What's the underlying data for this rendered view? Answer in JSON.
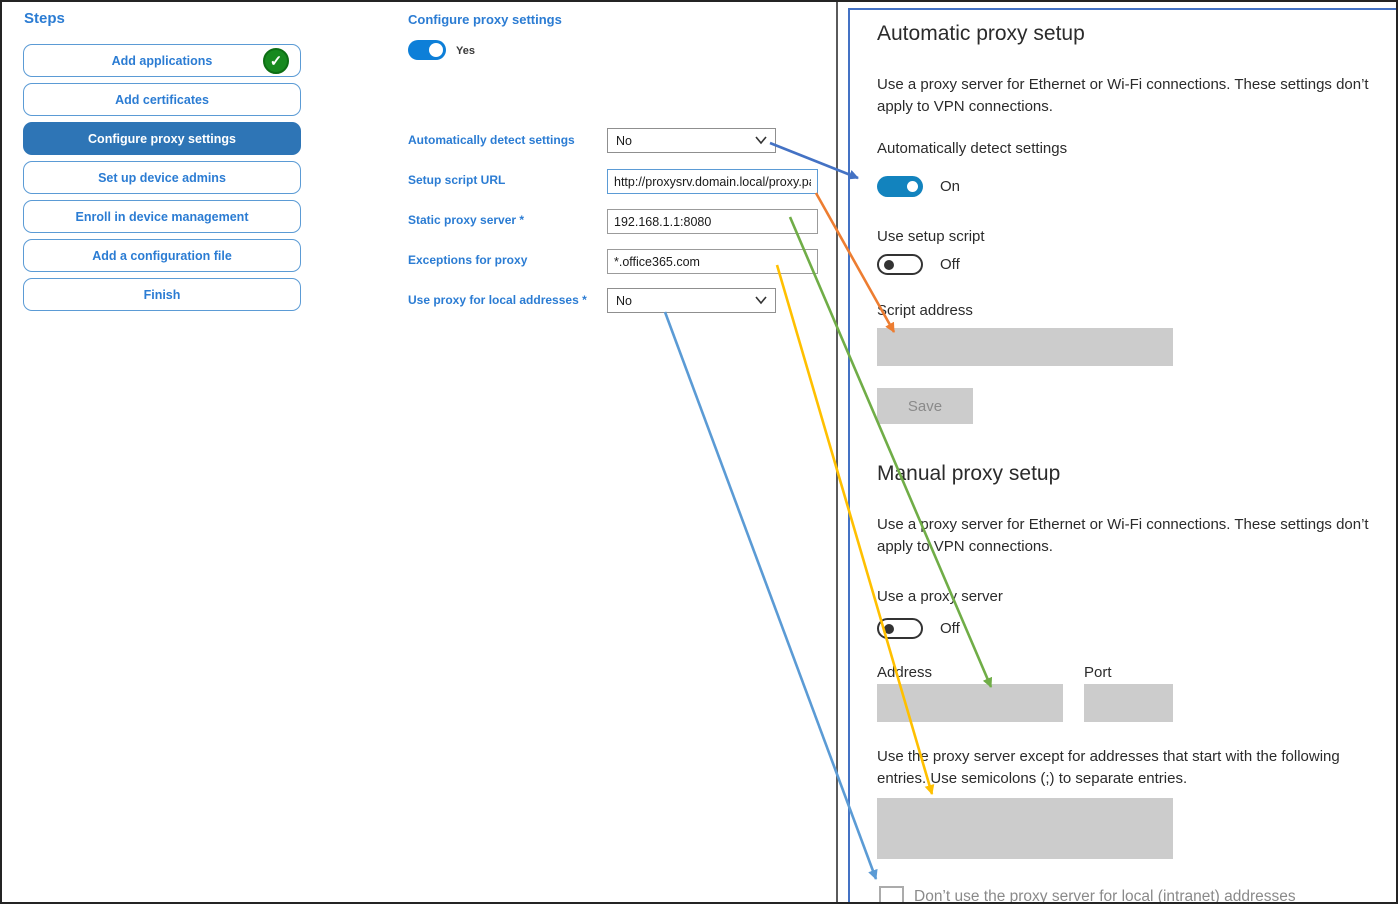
{
  "steps_panel": {
    "title": "Steps",
    "items": [
      {
        "label": "Add applications",
        "state": "completed"
      },
      {
        "label": "Add certificates",
        "state": "normal"
      },
      {
        "label": "Configure proxy settings",
        "state": "active"
      },
      {
        "label": "Set up device admins",
        "state": "normal"
      },
      {
        "label": "Enroll in device management",
        "state": "normal"
      },
      {
        "label": "Add a configuration file",
        "state": "normal"
      },
      {
        "label": "Finish",
        "state": "normal"
      }
    ]
  },
  "form": {
    "title": "Configure proxy settings",
    "enable_toggle": {
      "label": "Yes",
      "state": "on"
    },
    "fields": [
      {
        "label": "Automatically detect settings",
        "type": "select",
        "value": "No"
      },
      {
        "label": "Setup script URL",
        "type": "text",
        "value": "http://proxysrv.domain.local/proxy.pa"
      },
      {
        "label": "Static proxy server *",
        "type": "text",
        "value": "192.168.1.1:8080"
      },
      {
        "label": "Exceptions for proxy",
        "type": "text",
        "value": "*.office365.com"
      },
      {
        "label": "Use proxy for local addresses *",
        "type": "select",
        "value": "No"
      }
    ]
  },
  "settings_panel": {
    "automatic": {
      "heading": "Automatic proxy setup",
      "description": "Use a proxy server for Ethernet or Wi-Fi connections. These settings don’t apply to VPN connections.",
      "detect_label": "Automatically detect settings",
      "detect_state": "On",
      "script_toggle_label": "Use setup script",
      "script_toggle_state": "Off",
      "script_address_label": "Script address",
      "save_button": "Save"
    },
    "manual": {
      "heading": "Manual proxy setup",
      "description": "Use a proxy server for Ethernet or Wi-Fi connections. These settings don’t apply to VPN connections.",
      "proxy_toggle_label": "Use a proxy server",
      "proxy_toggle_state": "Off",
      "address_label": "Address",
      "port_label": "Port",
      "exceptions_text": "Use the proxy server except for addresses that start with the following entries. Use semicolons (;) to separate entries.",
      "local_checkbox_label": "Don’t use the proxy server for local (intranet) addresses"
    }
  },
  "arrows": [
    {
      "name": "detect-settings-arrow",
      "color": "#4472c4",
      "from": "Automatically detect settings (No)",
      "to": "Automatically detect settings toggle"
    },
    {
      "name": "setup-script-arrow",
      "color": "#ed7d31",
      "from": "Setup script URL",
      "to": "Script address"
    },
    {
      "name": "static-proxy-arrow",
      "color": "#70ad47",
      "from": "Static proxy server",
      "to": "Address"
    },
    {
      "name": "exceptions-arrow",
      "color": "#ffc000",
      "from": "Exceptions for proxy",
      "to": "Proxy exceptions list"
    },
    {
      "name": "local-addresses-arrow",
      "color": "#5b9bd5",
      "from": "Use proxy for local addresses (No)",
      "to": "Don’t use the proxy server for local (intranet) addresses"
    }
  ],
  "colors": {
    "accent_blue_text": "#2b7cd3",
    "active_step_bg": "#2e75b6",
    "step_border": "#5b9bd5",
    "form_toggle_on": "#0d7fd8",
    "settings_toggle_on": "#1283be",
    "settings_panel_border": "#4472c4",
    "divider_gray": "#5a5a5b",
    "disabled_gray_box": "#cccccc",
    "check_green": "#17891f"
  }
}
